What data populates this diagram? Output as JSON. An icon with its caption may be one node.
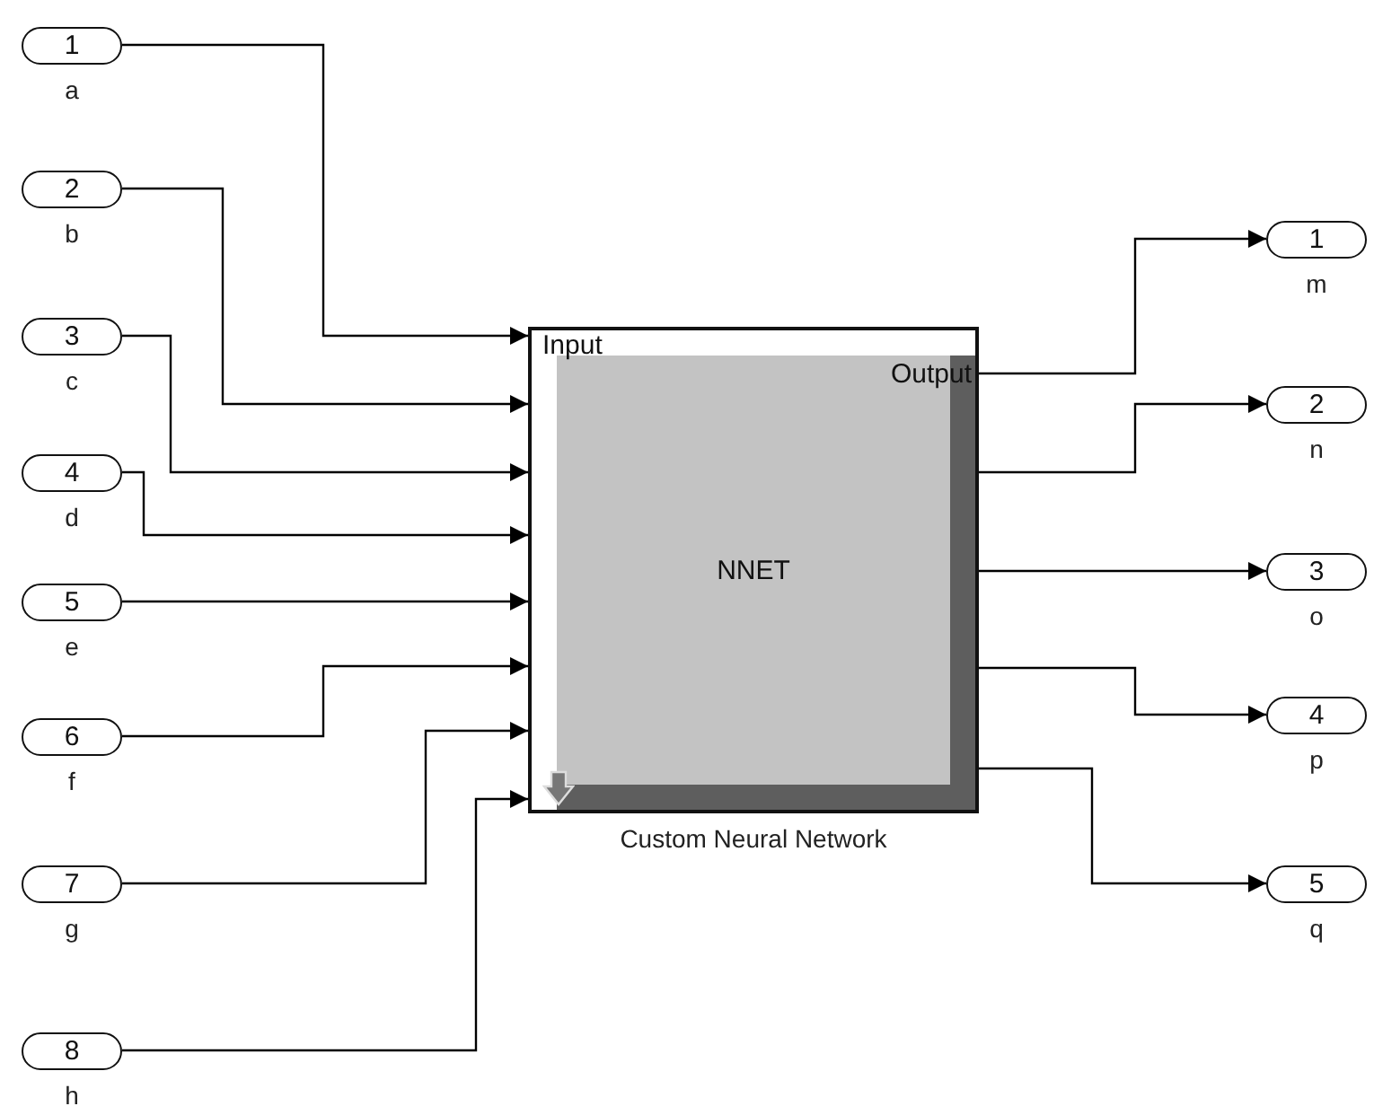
{
  "diagram": {
    "nodes": [
      {
        "text": [
          "1"
        ],
        "beside": [
          "a"
        ]
      },
      {
        "text": [
          "2"
        ],
        "beside": [
          "b"
        ]
      },
      {
        "text": [
          "3"
        ],
        "beside": [
          "c"
        ]
      },
      {
        "text": [
          "4"
        ],
        "beside": [
          "d"
        ]
      },
      {
        "text": [
          "5"
        ],
        "beside": [
          "e"
        ]
      },
      {
        "text": [
          "6"
        ],
        "beside": [
          "f"
        ]
      },
      {
        "text": [
          "7"
        ],
        "beside": [
          "g"
        ]
      },
      {
        "text": [
          "8"
        ],
        "beside": [
          "h"
        ]
      },
      {
        "text": [
          "Input",
          "Output",
          "NNET"
        ],
        "beside": [
          "Custom Neural Network"
        ]
      },
      {
        "text": [
          "1"
        ],
        "beside": [
          "m"
        ]
      },
      {
        "text": [
          "2"
        ],
        "beside": [
          "n"
        ]
      },
      {
        "text": [
          "3"
        ],
        "beside": [
          "o"
        ]
      },
      {
        "text": [
          "4"
        ],
        "beside": [
          "p"
        ]
      },
      {
        "text": [
          "5"
        ],
        "beside": [
          "q"
        ]
      }
    ],
    "edges": [
      {
        "from": 0,
        "to": 8,
        "arrow": "to"
      },
      {
        "from": 1,
        "to": 8,
        "arrow": "to"
      },
      {
        "from": 2,
        "to": 8,
        "arrow": "to"
      },
      {
        "from": 3,
        "to": 8,
        "arrow": "to"
      },
      {
        "from": 4,
        "to": 8,
        "arrow": "to"
      },
      {
        "from": 5,
        "to": 8,
        "arrow": "to"
      },
      {
        "from": 6,
        "to": 8,
        "arrow": "to"
      },
      {
        "from": 7,
        "to": 8,
        "arrow": "to"
      },
      {
        "from": 8,
        "to": 9,
        "arrow": "to"
      },
      {
        "from": 8,
        "to": 10,
        "arrow": "to"
      },
      {
        "from": 8,
        "to": 11,
        "arrow": "to"
      },
      {
        "from": 8,
        "to": 12,
        "arrow": "to"
      },
      {
        "from": 8,
        "to": 13,
        "arrow": "to"
      }
    ]
  }
}
